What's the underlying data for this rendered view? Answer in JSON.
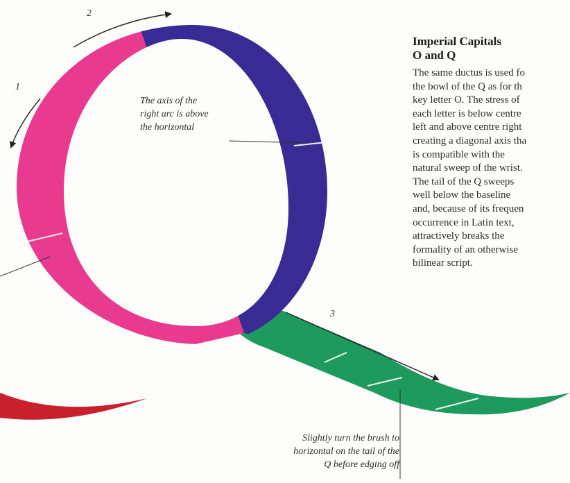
{
  "heading": {
    "line1": "Imperial Capitals",
    "line2": "O and Q"
  },
  "body_lines": [
    "The same ductus is used fo",
    "the bowl of the Q as for th",
    "key letter O. The stress of",
    "each letter is below centre",
    "left and above centre right",
    "creating a diagonal axis tha",
    "is compatible with the",
    "natural sweep of the wrist.",
    "The tail of the Q sweeps",
    "well below the baseline",
    "and, because of its frequen",
    "occurrence in Latin text,",
    "attractively breaks the",
    "formality of an otherwise",
    "bilinear script."
  ],
  "notes": {
    "axis": [
      "The axis of the",
      "right arc is above",
      "the horizontal"
    ],
    "tail": [
      "Slightly turn the brush to",
      "horizontal on the tail of the",
      "Q before edging off"
    ]
  },
  "stroke_numbers": {
    "one": "1",
    "two": "2",
    "three": "3"
  },
  "colors": {
    "stroke1_pink": "#e83a8e",
    "stroke2_blue": "#3a2a94",
    "stroke3_green": "#1f9a5e",
    "red_tail": "#c8202c"
  }
}
